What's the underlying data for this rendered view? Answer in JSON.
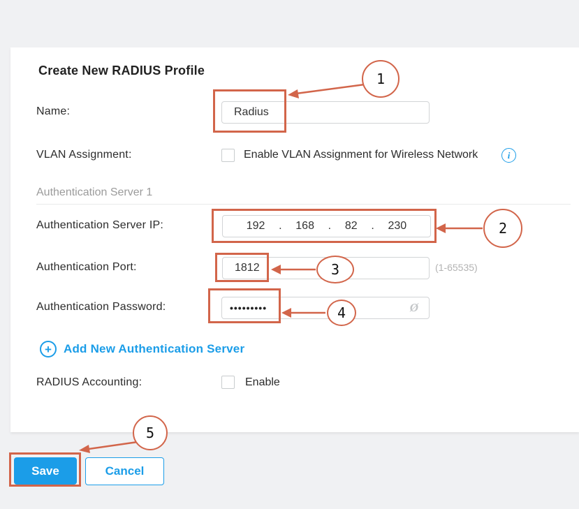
{
  "colors": {
    "accent": "#1b9de8",
    "annotation": "#d2654a"
  },
  "panel": {
    "title": "Create New RADIUS Profile"
  },
  "form": {
    "name": {
      "label": "Name:",
      "value": "Radius"
    },
    "vlan": {
      "label": "VLAN Assignment:",
      "option": "Enable VLAN Assignment for Wireless Network",
      "checked": false
    },
    "section1": {
      "title": "Authentication Server 1"
    },
    "server_ip": {
      "label": "Authentication Server IP:",
      "octets": [
        "192",
        "168",
        "82",
        "230"
      ],
      "dot": "."
    },
    "port": {
      "label": "Authentication Port:",
      "value": "1812",
      "hint": "(1-65535)"
    },
    "password": {
      "label": "Authentication Password:",
      "masked": "•••••••••"
    },
    "add_server": {
      "label": "Add New Authentication Server"
    },
    "accounting": {
      "label": "RADIUS Accounting:",
      "option": "Enable",
      "checked": false
    }
  },
  "actions": {
    "save": "Save",
    "cancel": "Cancel"
  },
  "icons": {
    "info": "i",
    "add": "+",
    "eye_hidden": "Ø"
  },
  "annotations": {
    "steps": [
      "1",
      "2",
      "3",
      "4",
      "5"
    ]
  }
}
